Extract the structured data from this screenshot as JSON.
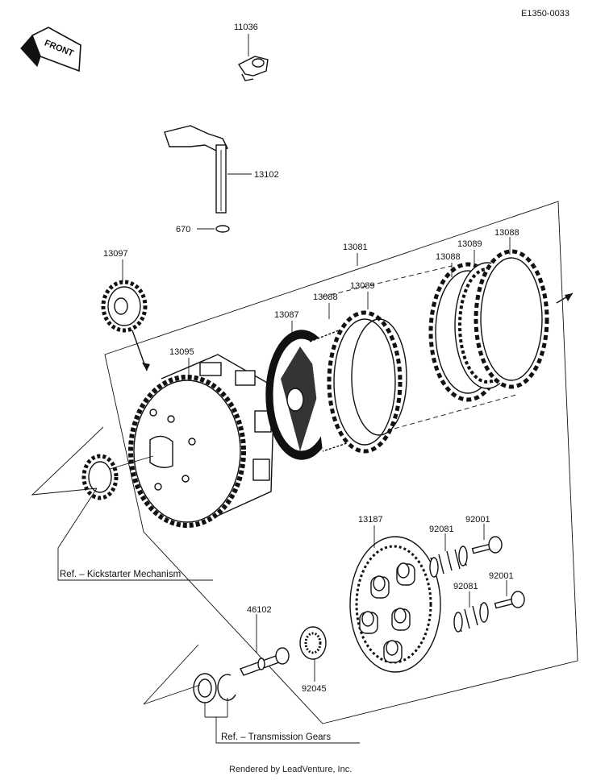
{
  "diagram_code": "E1350-0033",
  "front_badge": "FRONT",
  "parts": {
    "p11036": "11036",
    "p13102": "13102",
    "p670": "670",
    "p13081": "13081",
    "p13097": "13097",
    "p13089_right": "13089",
    "p13088_right_top": "13088",
    "p13088_right_mid": "13088",
    "p13088_left": "13088",
    "p13089_left": "13089",
    "p13087": "13087",
    "p13095": "13095",
    "p13187": "13187",
    "p92081_top": "92081",
    "p92001_top": "92001",
    "p92081_bottom": "92081",
    "p92001_bottom": "92001",
    "p46102": "46102",
    "p92045": "92045"
  },
  "references": {
    "kickstarter": "Ref. – Kickstarter Mechanism",
    "transmission": "Ref. – Transmission Gears"
  },
  "footer": "Rendered by LeadVenture, Inc."
}
